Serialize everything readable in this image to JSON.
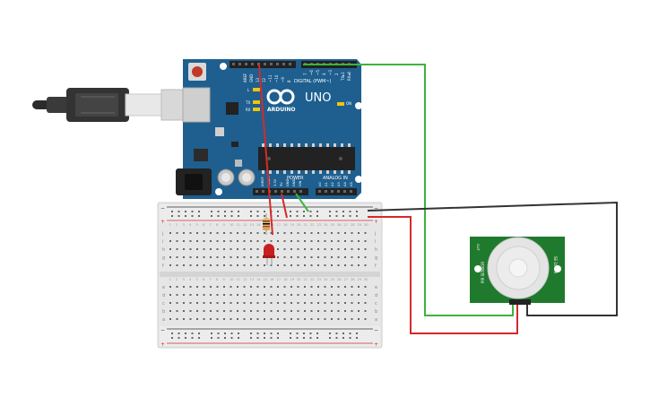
{
  "arduino": {
    "brand": "ARDUINO",
    "model": "UNO",
    "digital_header": "DIGITAL (PWM~)",
    "power_header": "POWER",
    "analog_header": "ANALOG IN",
    "on_label": "ON",
    "l_label": "L",
    "tx_label": "TX",
    "rx_label": "RX",
    "aref_label": "AREF",
    "gnd_label": "GND",
    "ioref_label": "IOREF",
    "reset_label": "RESET",
    "v33_label": "3.3V",
    "v5_label": "5V",
    "vin_label": "VIN",
    "digital_pins": [
      "13",
      "12",
      "~11",
      "~10",
      "~9",
      "8",
      "7",
      "~6",
      "~5",
      "4",
      "~3",
      "2",
      "TX▸1",
      "RX◂0"
    ],
    "analog_pins": [
      "A0",
      "A1",
      "A2",
      "A3",
      "A4",
      "A5"
    ]
  },
  "breadboard": {
    "row_letters_top": [
      "j",
      "i",
      "h",
      "g",
      "f"
    ],
    "row_letters_bottom": [
      "e",
      "d",
      "c",
      "b",
      "a"
    ],
    "rail_minus": "−",
    "rail_plus": "+",
    "columns": [
      "1",
      "2",
      "3",
      "4",
      "5",
      "6",
      "7",
      "8",
      "9",
      "10",
      "11",
      "12",
      "13",
      "14",
      "15",
      "16",
      "17",
      "18",
      "19",
      "20",
      "21",
      "22",
      "23",
      "24",
      "25",
      "26",
      "27",
      "28",
      "29",
      "30"
    ]
  },
  "pir_sensor": {
    "label_left": "PIR SENSOR",
    "label_right": "SE-10 PIR",
    "pin_label": "OUT"
  },
  "colors": {
    "board_blue": "#1e5f8f",
    "wire_green": "#3db33d",
    "wire_red": "#d42a2a",
    "wire_black": "#333333",
    "led_red": "#c81e1e",
    "pir_green": "#1f7a2e"
  }
}
